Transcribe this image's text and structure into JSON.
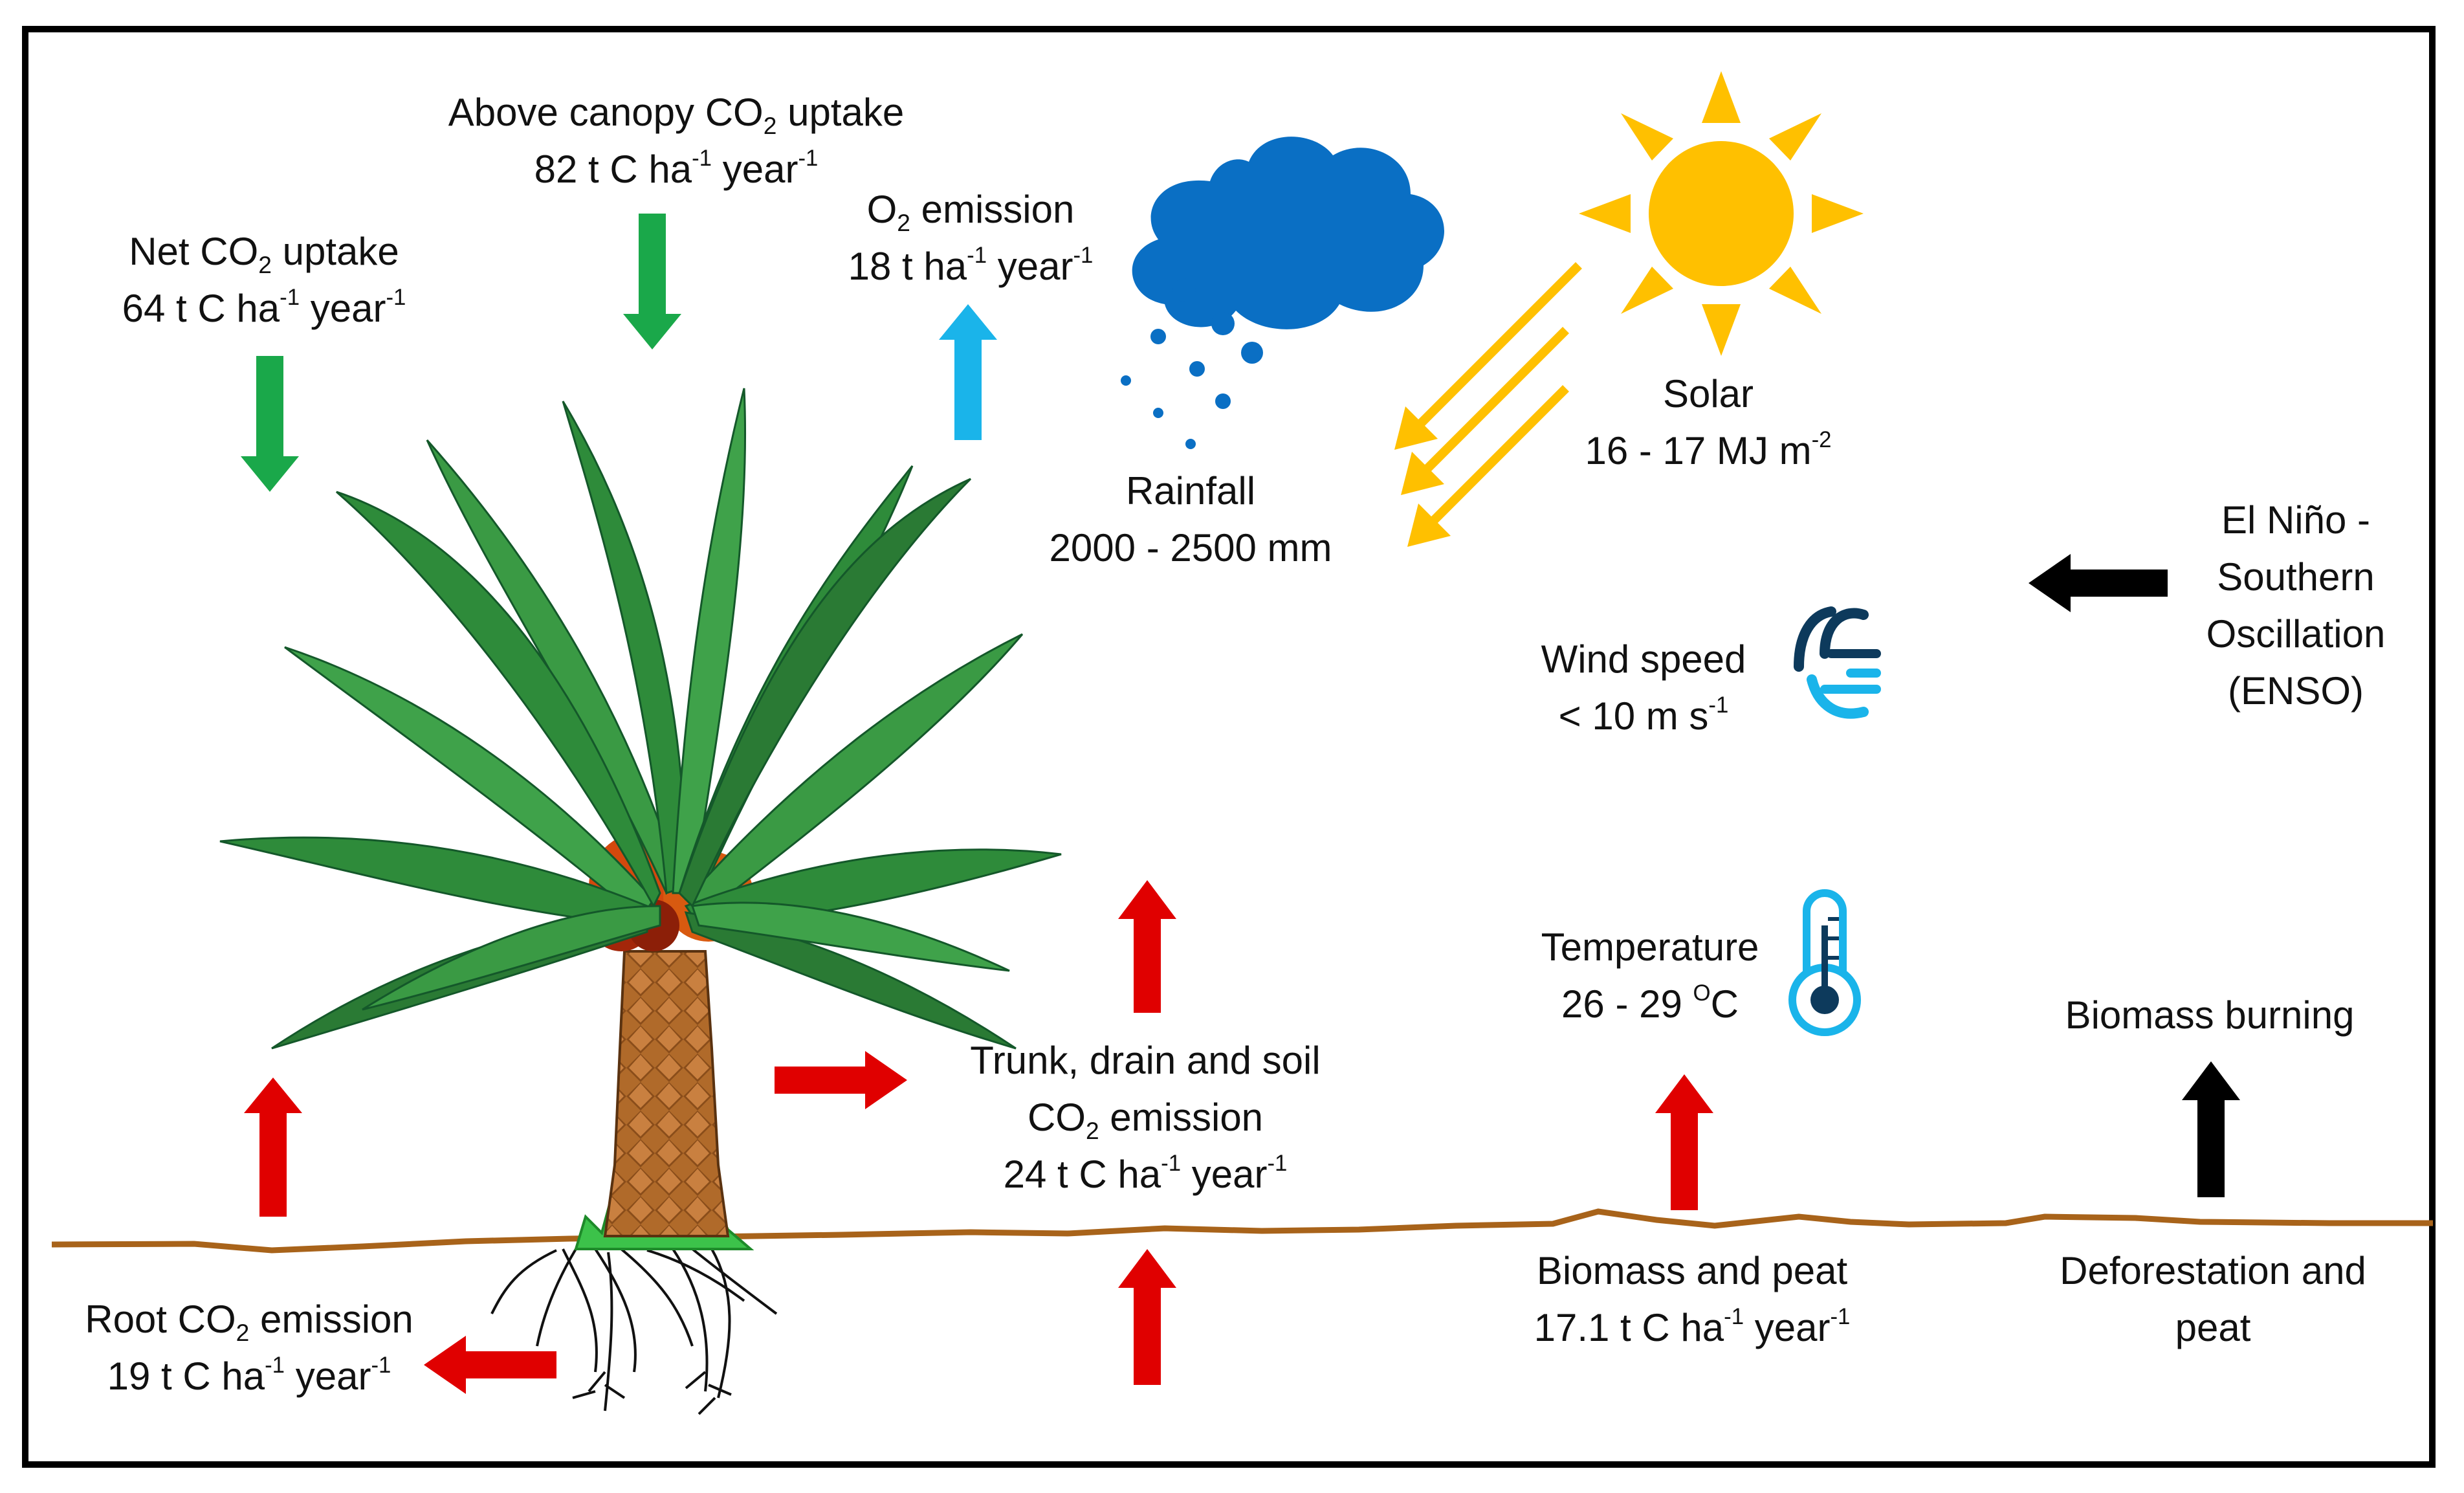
{
  "labels": {
    "net_co2": {
      "l1_pre": "Net CO",
      "l1_sub": "2",
      "l1_post": " uptake",
      "l2_pre": "64 t C ha",
      "l2_sup1": "-1",
      "l2_mid": " year",
      "l2_sup2": "-1"
    },
    "canopy_co2": {
      "l1_pre": "Above canopy CO",
      "l1_sub": "2",
      "l1_post": " uptake",
      "l2_pre": "82 t C ha",
      "l2_sup1": "-1",
      "l2_mid": " year",
      "l2_sup2": "-1"
    },
    "o2": {
      "l1_pre": "O",
      "l1_sub": "2",
      "l1_post": " emission",
      "l2_pre": "18 t ha",
      "l2_sup1": "-1",
      "l2_mid": " year",
      "l2_sup2": "-1"
    },
    "rainfall": {
      "l1": "Rainfall",
      "l2": "2000 - 2500 mm"
    },
    "solar": {
      "l1": "Solar",
      "l2_pre": "16 - 17 MJ m",
      "l2_sup": "-2"
    },
    "wind": {
      "l1": "Wind speed",
      "l2_pre": "< 10 m s",
      "l2_sup": "-1"
    },
    "enso": {
      "l1": "El Niño -",
      "l2": "Southern",
      "l3": "Oscillation",
      "l4": "(ENSO)"
    },
    "temperature": {
      "l1": "Temperature",
      "l2_pre": "26 - 29 ",
      "l2_sup": "O",
      "l2_post": "C"
    },
    "trunk": {
      "l1": "Trunk, drain and soil",
      "l2_pre": "CO",
      "l2_sub": "2",
      "l2_post": " emission",
      "l3_pre": "24 t C ha",
      "l3_sup1": "-1",
      "l3_mid": " year",
      "l3_sup2": "-1"
    },
    "biomass_burning": {
      "l1": "Biomass burning"
    },
    "root_co2": {
      "l1_pre": "Root CO",
      "l1_sub": "2",
      "l1_post": " emission",
      "l2_pre": "19 t C ha",
      "l2_sup1": "-1",
      "l2_mid": " year",
      "l2_sup2": "-1"
    },
    "biomass_peat": {
      "l1": "Biomass and peat",
      "l2_pre": "17.1 t C ha",
      "l2_sup1": "-1",
      "l2_mid": " year",
      "l2_sup2": "-1"
    },
    "deforestation": {
      "l1": "Deforestation and",
      "l2": "peat"
    }
  },
  "icons": [
    "oil-palm-tree-illustration",
    "rain-cloud-icon",
    "sun-icon",
    "wind-icon",
    "thermometer-icon"
  ],
  "colors": {
    "uptake_arrow": "#1aa84a",
    "o2_arrow": "#1ab4ea",
    "emission_arrow": "#e00000",
    "enso_arrow": "#000000",
    "solar_ray": "#ffc000",
    "cloud": "#0a6fc4",
    "ground": "#a8631a"
  }
}
